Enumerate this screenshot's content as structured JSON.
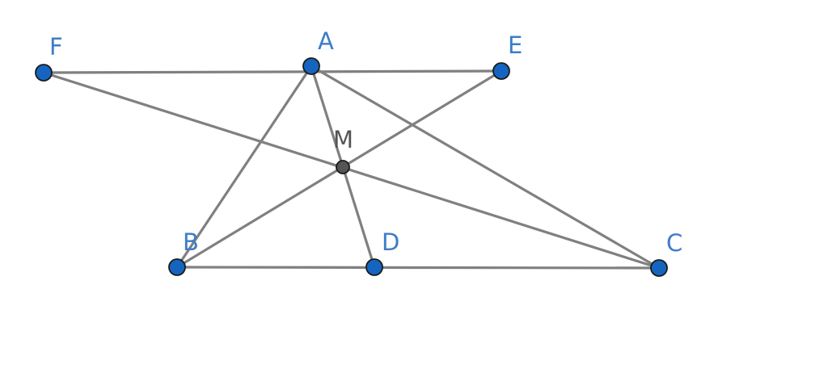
{
  "diagram": {
    "colors": {
      "segment": "#808080",
      "free_point": "#1565C0",
      "derived_point": "#555555",
      "free_label": "#3D7CC9",
      "derived_label": "#555555"
    },
    "points": [
      {
        "id": "F",
        "label": "F",
        "kind": "free"
      },
      {
        "id": "A",
        "label": "A",
        "kind": "free"
      },
      {
        "id": "E",
        "label": "E",
        "kind": "free"
      },
      {
        "id": "M",
        "label": "M",
        "kind": "derived"
      },
      {
        "id": "B",
        "label": "B",
        "kind": "free"
      },
      {
        "id": "D",
        "label": "D",
        "kind": "free"
      },
      {
        "id": "C",
        "label": "C",
        "kind": "free"
      }
    ],
    "segments": [
      {
        "from": "F",
        "to": "E"
      },
      {
        "from": "F",
        "to": "C"
      },
      {
        "from": "A",
        "to": "B"
      },
      {
        "from": "A",
        "to": "C"
      },
      {
        "from": "A",
        "to": "D"
      },
      {
        "from": "B",
        "to": "E"
      },
      {
        "from": "B",
        "to": "C"
      }
    ]
  }
}
